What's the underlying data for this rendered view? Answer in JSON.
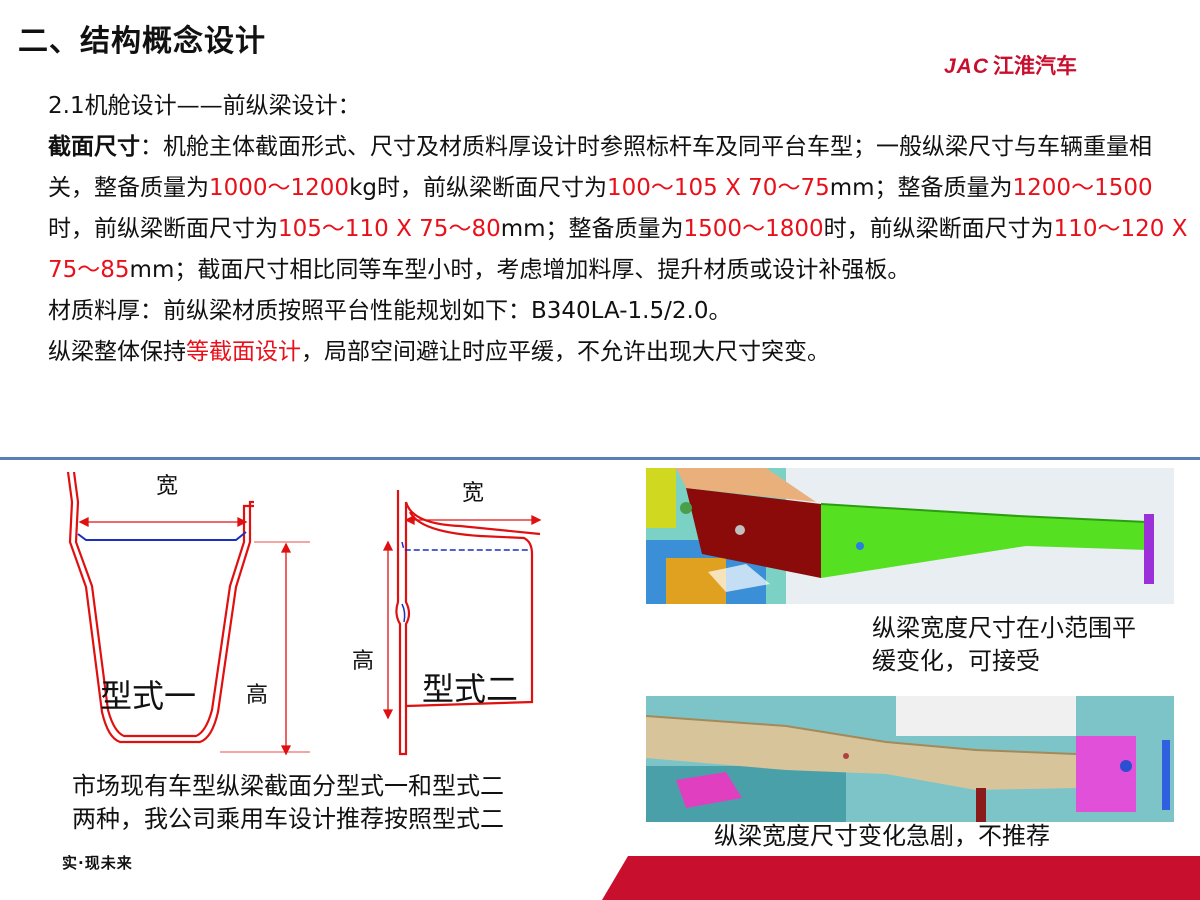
{
  "page": {
    "title": "二、结构概念设计",
    "logo_en": "JAC",
    "logo_cn": "江淮汽车",
    "footer_slogan": "实·现未来"
  },
  "content": {
    "section_heading": "2.1机舱设计——前纵梁设计：",
    "para1": {
      "bold_label": "截面尺寸",
      "t1": "：机舱主体截面形式、尺寸及材质料厚设计时参照标杆车及同平台车型；一般纵梁尺寸与车辆重量相关，整备质量为",
      "r1": "1000～1200",
      "t2": "kg时，前纵梁断面尺寸为",
      "r2": "100～105 X 70～75",
      "t3": "mm；整备质量为",
      "r3": "1200～1500",
      "t4": "时，前纵梁断面尺寸为",
      "r4": "105～110 X 75～80",
      "t5": "mm；整备质量为",
      "r5": "1500～1800",
      "t6": "时，前纵梁断面尺寸为",
      "r6": "110～120 X 75～85",
      "t7": "mm；截面尺寸相比同等车型小时，考虑增加料厚、提升材质或设计补强板。"
    },
    "para2": "材质料厚：前纵梁材质按照平台性能规划如下：B340LA-1.5/2.0。",
    "para3": {
      "t1": "纵梁整体保持",
      "r1": "等截面设计",
      "t2": "，局部空间避让时应平缓，不允许出现大尺寸突变。"
    }
  },
  "diagrams": {
    "type1": {
      "width_label": "宽",
      "height_label": "高",
      "name": "型式一"
    },
    "type2": {
      "width_label": "宽",
      "height_label": "高",
      "name": "型式二"
    },
    "caption_line1": "市场现有车型纵梁截面分型式一和型式二",
    "caption_line2": "两种，我公司乘用车设计推荐按照型式二"
  },
  "photos": {
    "top_caption_line1": "纵梁宽度尺寸在小范围平",
    "top_caption_line2": "缓变化，可接受",
    "bottom_caption": "纵梁宽度尺寸变化急剧，不推荐"
  },
  "colors": {
    "accent_red": "#e8101a",
    "brand_red": "#c8102e",
    "divider_blue": "#5b7fb5",
    "beam_green": "#55e022",
    "beam_tan": "#d8c49a"
  }
}
